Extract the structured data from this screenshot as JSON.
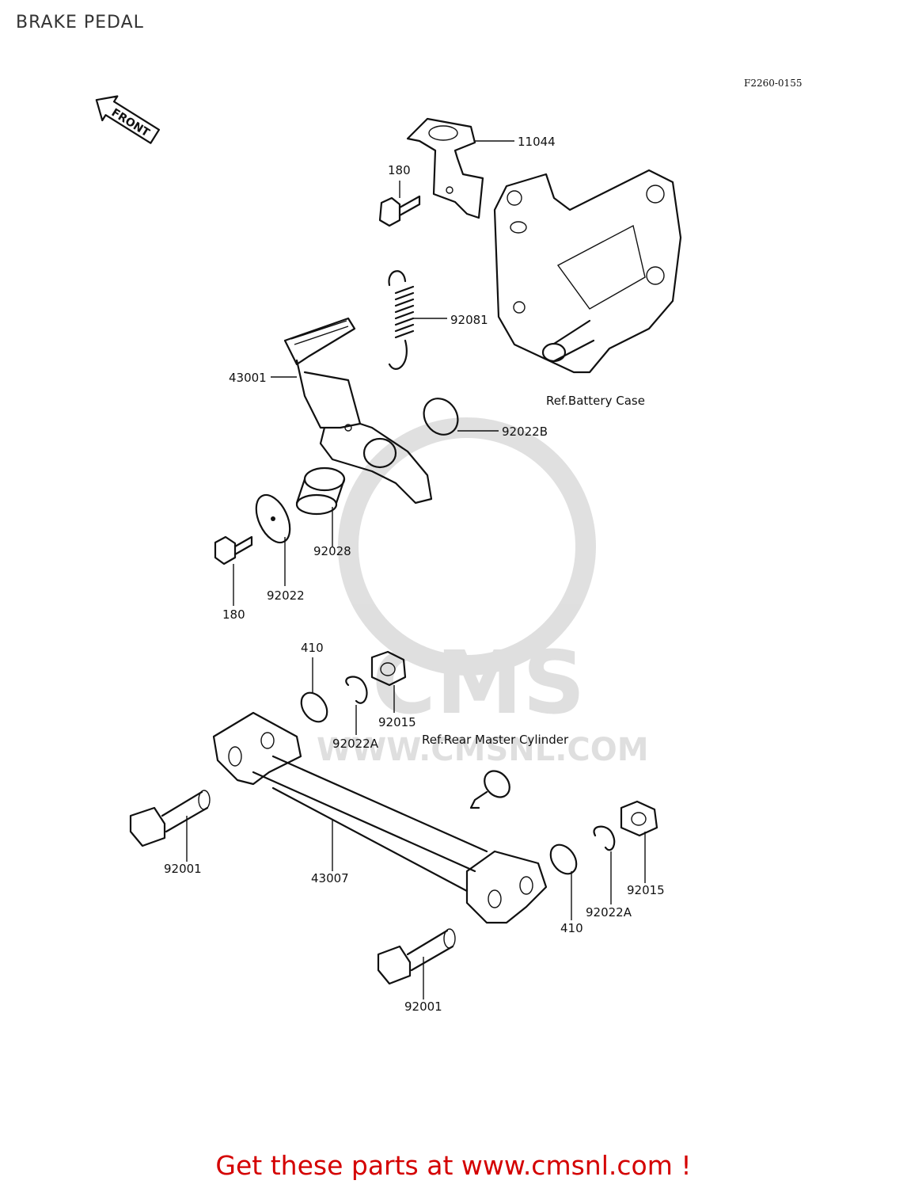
{
  "page": {
    "title": "BRAKE PEDAL",
    "diagram_code": "F2260-0155",
    "promo": "Get these parts at www.cmsnl.com !"
  },
  "front_arrow": {
    "label": "FRONT"
  },
  "watermark": {
    "text": "CMS",
    "url": "WWW.CMSNL.COM"
  },
  "callouts": {
    "c11044": "11044",
    "c180_top": "180",
    "c92081": "92081",
    "c43001": "43001",
    "c92022B": "92022B",
    "ref_battery": "Ref.Battery Case",
    "c92028": "92028",
    "c92022": "92022",
    "c180_bottom": "180",
    "c410_top": "410",
    "c92015_top": "92015",
    "c92022A_top": "92022A",
    "ref_master": "Ref.Rear Master Cylinder",
    "c92001_left": "92001",
    "c43007": "43007",
    "c410_bottom": "410",
    "c92022A_bottom": "92022A",
    "c92015_bottom": "92015",
    "c92001_bottom": "92001"
  }
}
